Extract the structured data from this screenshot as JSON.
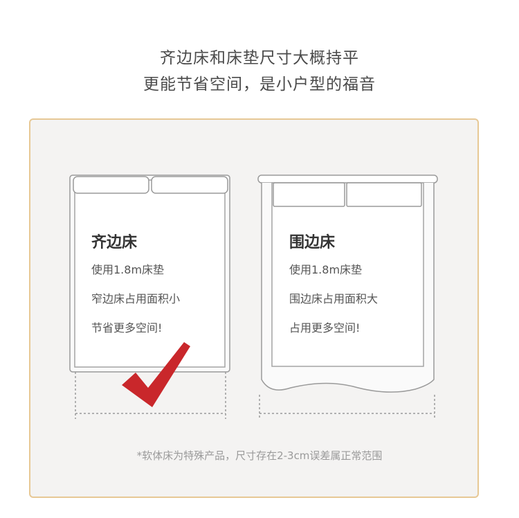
{
  "header": {
    "line1": "齐边床和床垫尺寸大概持平",
    "line2": "更能节省空间，是小户型的福音"
  },
  "left_bed": {
    "title": "齐边床",
    "lines": [
      "使用1.8m床垫",
      "窄边床占用面积小",
      "节省更多空间!"
    ]
  },
  "right_bed": {
    "title": "围边床",
    "lines": [
      "使用1.8m床垫",
      "围边床占用面积大",
      "占用更多空间!"
    ]
  },
  "footnote": "*软体床为特殊产品，尺寸存在2-3cm误差属正常范围",
  "colors": {
    "panel_border": "#e7c895",
    "check": "#c9272b",
    "panel_bg": "#f4f3f2"
  },
  "icons": {
    "check": "checkmark-icon"
  }
}
